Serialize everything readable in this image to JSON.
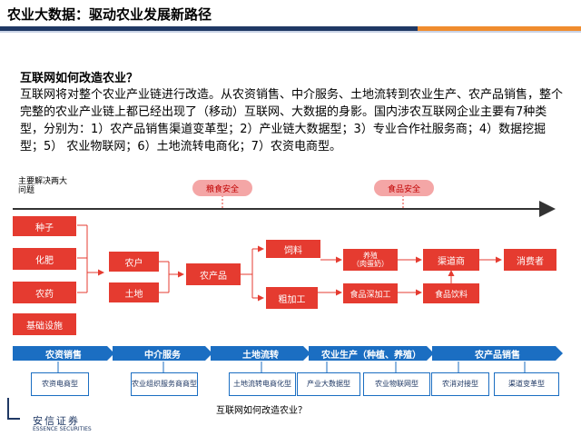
{
  "title": "农业大数据：驱动农业发展新路径",
  "intro": {
    "heading": "互联网如何改造农业？",
    "body": "互联网将对整个农业产业链进行改造。从农资销售、中介服务、土地流转到农业生产、农产品销售，整个完整的农业产业链上都已经出现了（移动）互联网、大数据的身影。国内涉农互联网企业主要有7种类型，分别为：1）农产品销售渠道变革型；2）产业链大数据型；3）专业合作社服务商；4）数据挖掘型；5） 农业物联网；6）土地流转电商化；7）农资电商型。"
  },
  "diagram": {
    "left_label": "主要解决两大问题",
    "tags": [
      "粮食安全",
      "食品安全"
    ],
    "inputs": [
      "种子",
      "化肥",
      "农药",
      "基础设施"
    ],
    "nodes": {
      "farmer": "农户",
      "land": "土地",
      "produce": "农产品",
      "feed": "饲料",
      "breeding": "养殖",
      "breeding_sub": "（肉蛋奶）",
      "channel": "渠道商",
      "consumer": "消费者",
      "rough_processing": "粗加工",
      "deep_processing": "食品深加工",
      "food_drink": "食品饮料"
    },
    "bands": [
      "农资销售",
      "中介服务",
      "土地流转",
      "农业生产（种植、养殖）",
      "农产品销售"
    ],
    "models": [
      "农资电商型",
      "农业组织服务商商型",
      "土地流转电商化型",
      "产业大数据型",
      "农业物联网型",
      "农消对接型",
      "渠道变革型"
    ],
    "caption": "互联网如何改造农业？"
  },
  "logo": {
    "cn": "安信证券",
    "en": "ESSENCE SECURITIES"
  },
  "colors": {
    "primary": "#1f3864",
    "accent": "#f08c2e",
    "red": "#e53b30",
    "band_blue": "#1b6ec2"
  }
}
